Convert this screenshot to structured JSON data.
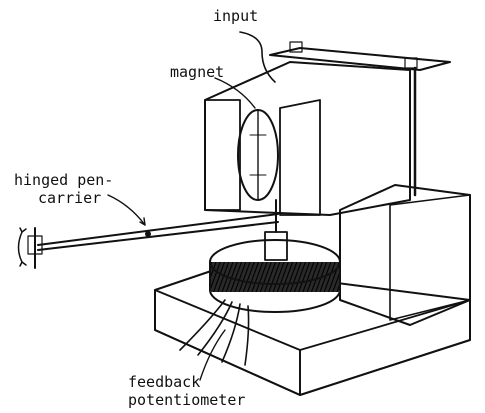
{
  "labels": {
    "input": "input",
    "magnet": "magnet",
    "pen_line1": "hinged pen-",
    "pen_line2": "carrier",
    "fb_line1": "feedback",
    "fb_line2": "potentiometer"
  },
  "colors": {
    "ink": "#111111",
    "paper": "#ffffff",
    "dark_hatch": "#1a1a1a",
    "light_hatch": "#555555"
  }
}
